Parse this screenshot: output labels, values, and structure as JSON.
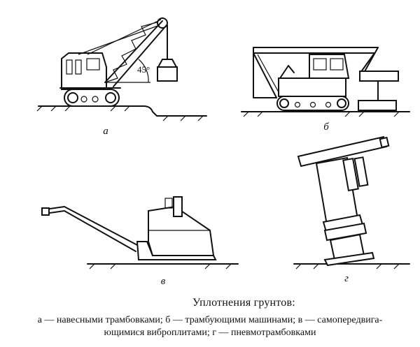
{
  "figure": {
    "angle_label": "45°",
    "panels": [
      {
        "key": "a",
        "label": "а"
      },
      {
        "key": "b",
        "label": "б"
      },
      {
        "key": "v",
        "label": "в"
      },
      {
        "key": "g",
        "label": "г"
      }
    ],
    "title": "Уплотнения грунтов:",
    "caption_line1": "а — навесными трамбовками; б — трамбующими машинами; в — самопередвига-",
    "caption_line2": "ющимися виброплитами; г — пневмотрамбовками"
  }
}
